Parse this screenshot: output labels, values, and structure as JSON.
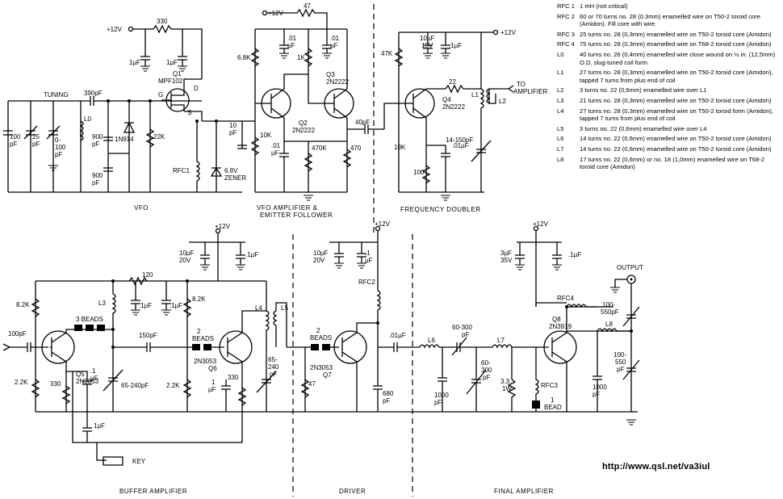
{
  "legend": [
    {
      "ref": "RFC 1",
      "desc": "1 mH (not critical)"
    },
    {
      "ref": "RFC 2",
      "desc": "60 or 70 turns no. 28 (0.3mm) enamelled wire on T50-2 toroid core (Amidon). Fill core with wire."
    },
    {
      "ref": "RFC 3",
      "desc": "25 turns no. 28 (0,3mm) enamelled wire on T50-2 toroid core (Amidon)"
    },
    {
      "ref": "RFC 4",
      "desc": "75 turns no. 28 (0,3mm) enamelled wire on T68-2 toroid core (Amidon)"
    },
    {
      "ref": "L0",
      "desc": "40 turns no. 26 (0,4mm) enamelled wire close wound on ½ in. (12,5mm) O.D. slug-tuned coil form"
    },
    {
      "ref": "L1",
      "desc": "27 turns no. 28 (0,3mm) enamelled wire on T50-2 toroid core (Amidon), tapped 7 turns from plus end of coil"
    },
    {
      "ref": "L2",
      "desc": "3 turns no. 22 (0,6mm) enamelled wire over L1"
    },
    {
      "ref": "L3",
      "desc": "21 turns no. 28 (0,3mm) enamelled wire on T50-2 toroid core (Amidon)"
    },
    {
      "ref": "L4",
      "desc": "27 turns no. 28 (0,3mm) enamelled wire on T50-2 toroid form (Amidon), tapped 7 turns from plus end of coil"
    },
    {
      "ref": "L5",
      "desc": "3 turns no. 22 (0,6mm) enamelled wire over L4"
    },
    {
      "ref": "L6",
      "desc": "14 turns no. 22 (0,6mm) enamelled wire on T50-2 toroid core (Amidon)"
    },
    {
      "ref": "L7",
      "desc": "14 turns no. 22 (0,6mm) enamelled wire on T50-2 toroid core (Amidon)"
    },
    {
      "ref": "L8",
      "desc": "17 turns no. 22 (0,6mm) or no. 18 (1,0mm) enamelled wire on T68-2 toroid core (Amidon)"
    }
  ],
  "url": "http://www.qsl.net/va3iul",
  "sections": {
    "vfo": "VFO",
    "vfo_amp_1": "VFO AMPLIFIER &",
    "vfo_amp_2": "EMITTER FOLLOWER",
    "doubler": "FREQUENCY DOUBLER",
    "buffer": "BUFFER AMPLIFIER",
    "driver": "DRIVER",
    "final": "FINAL AMPLIFIER"
  },
  "vfo": {
    "tuning": "TUNING",
    "c_100": [
      "100",
      "pF"
    ],
    "c_25": [
      "25",
      "pF"
    ],
    "c_0_100": [
      "0-",
      "100",
      "pF"
    ],
    "l0": "L0",
    "c_390": "390pF",
    "c_900a": [
      "900",
      "pF"
    ],
    "c_900b": [
      "900",
      "pF"
    ],
    "diode": "1N914",
    "q1": [
      "Q1",
      "MPF102"
    ],
    "gate": "G",
    "drain": "D",
    "source": "S",
    "r_22k": "22K",
    "rfc1": "RFC1",
    "zener": [
      "6.8V",
      "ZENER"
    ],
    "plus12": "+12V",
    "r_330": "330",
    "c_1uf_a": "1µF",
    "c_1uf_b": "1µF",
    "c_10pf": [
      "10",
      "pF"
    ]
  },
  "amp": {
    "plus12": "+12V",
    "r_47": "47",
    "r_68k": "6.8K",
    "c_01a": [
      ".01",
      "µF"
    ],
    "c_01b": [
      ".01",
      "µF"
    ],
    "r_1k": "1K",
    "q2": [
      "Q2",
      "2N2222"
    ],
    "q3": [
      "Q3",
      "2N2222"
    ],
    "r_10k": "10K",
    "c_01c": [
      ".01",
      "µF"
    ],
    "r_470k": "470K",
    "r_470": "470",
    "c_40pf": "40pF"
  },
  "doubler": {
    "plus12": "+12V",
    "r_47k": "47K",
    "c_10uf": [
      "10µF",
      "15V"
    ],
    "c_1uf": ".1µF",
    "r_22": "22",
    "q4": [
      "Q4",
      "2N2222"
    ],
    "l1": "L1",
    "l2": "L2",
    "to_amp": [
      "TO",
      "AMPLIFIER"
    ],
    "c_14_150": "14-150pF",
    "r_10k": "10K",
    "c_01": ".01µF",
    "r_100": "100"
  },
  "buffer": {
    "plus12": "+12V",
    "c_10uf": [
      "10µF",
      "20V"
    ],
    "c_1uf": ".1µF",
    "r_120": "120",
    "c_1a": ".1µF",
    "c_1b": ".1µF",
    "r_82ka": "8.2K",
    "r_82kb": "8.2K",
    "l3": "L3",
    "l4": "L4",
    "l5": "L5",
    "beads3": "3 BEADS",
    "beads2": [
      "2",
      "BEADS"
    ],
    "c_100pf": "100pF",
    "q5": [
      "Q5",
      "2N3053"
    ],
    "q6": [
      "2N3053",
      "Q6"
    ],
    "c_150pf": "150pF",
    "c_65_240a": "65-240pF",
    "c_65_240b": [
      "65-",
      "240",
      "pF"
    ],
    "r_22ka": "2.2K",
    "r_22kb": "2.2K",
    "r_330a": "330",
    "r_330b": "330",
    "c_1uf_e": [
      ".1",
      "µF"
    ],
    "c_1uf_f": [
      "1",
      "µF"
    ],
    "c_1uf_g": "1µF",
    "key": "KEY"
  },
  "driver": {
    "plus12": "+12V",
    "c_10uf": [
      "10µF",
      "20V"
    ],
    "c_1uf": [
      ".1",
      "µF"
    ],
    "rfc2": "RFC2",
    "beads2": [
      "2",
      "BEADS"
    ],
    "q7": [
      "2N3053",
      "Q7"
    ],
    "r_47": "47",
    "c_01": ".01µF",
    "c_680": [
      "680",
      "pF"
    ]
  },
  "final": {
    "plus12": "+12V",
    "c_3uf": [
      "3µF",
      "35V"
    ],
    "c_1uf": ".1µF",
    "output": "OUTPUT",
    "rfc4": "RFC4",
    "c_100_550a": [
      "100-",
      "550pF"
    ],
    "c_100_550b": [
      "100-",
      "550",
      "pF"
    ],
    "l6": "L6",
    "l7": "L7",
    "l8": "L8",
    "c_60_300a": [
      "60-300",
      "pF"
    ],
    "c_60_300b": [
      "60-",
      "300",
      "pF"
    ],
    "c_1000a": [
      "1000",
      "pF"
    ],
    "c_1000b": [
      "1000",
      "pF"
    ],
    "r_33": [
      "3.3",
      "1W"
    ],
    "rfc3": "RFC3",
    "bead": [
      "1",
      "BEAD"
    ],
    "q8": [
      "Q8",
      "2N3919"
    ]
  }
}
